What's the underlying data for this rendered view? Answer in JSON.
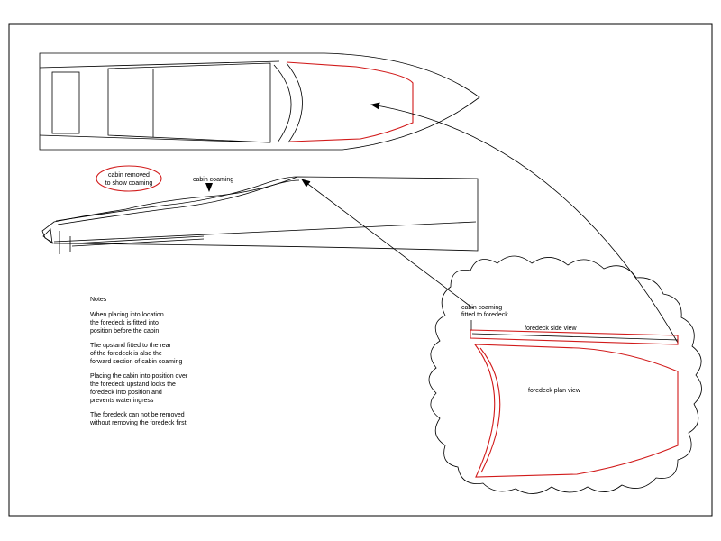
{
  "labels": {
    "cabin_removed_line1": "cabin removed",
    "cabin_removed_line2": "to show coaming",
    "cabin_coaming": "cabin coaming",
    "coaming_fitted_line1": "cabin coaming",
    "coaming_fitted_line2": "fitted to foredeck",
    "foredeck_side_view": "foredeck side view",
    "foredeck_plan_view": "foredeck plan view"
  },
  "notes": {
    "title": "Notes",
    "paragraphs": [
      [
        "When placing into location",
        "the foredeck is fitted into",
        "position before the cabin"
      ],
      [
        "The upstand fitted to the rear",
        "of the foredeck is also the",
        "forward section of cabin coaming"
      ],
      [
        "Placing the cabin into position over",
        "the foredeck upstand locks the",
        "foredeck into position and",
        "prevents water ingress"
      ],
      [
        "The foredeck can not be removed",
        "without removing the foredeck first"
      ]
    ]
  },
  "colors": {
    "line": "#000000",
    "highlight": "#d11a1a",
    "background": "#ffffff"
  }
}
